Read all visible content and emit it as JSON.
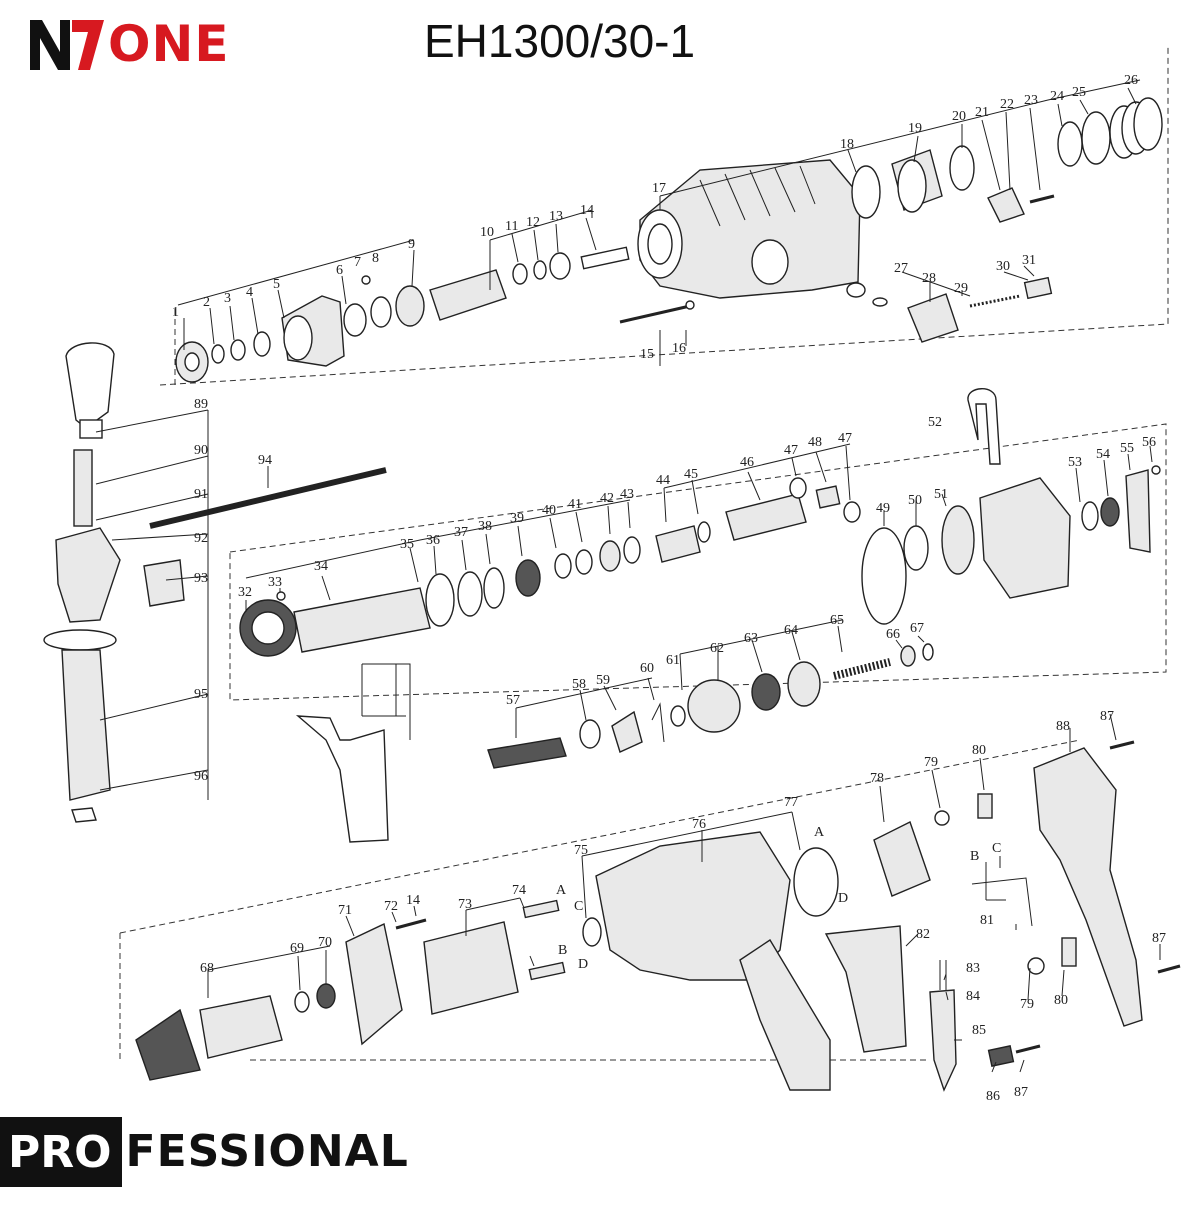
{
  "brand": {
    "logo_text": "ONE",
    "accent_color": "#d71920"
  },
  "model": "EH1300/30-1",
  "footer": {
    "pro_box": "PRO",
    "pro_rest": "FESSIONAL"
  },
  "colors": {
    "line": "#222222",
    "brand_red": "#d71920"
  },
  "callouts": [
    {
      "label": "1"
    },
    {
      "label": "2"
    },
    {
      "label": "3"
    },
    {
      "label": "4"
    },
    {
      "label": "5"
    },
    {
      "label": "6"
    },
    {
      "label": "7"
    },
    {
      "label": "8"
    },
    {
      "label": "9"
    },
    {
      "label": "10"
    },
    {
      "label": "11"
    },
    {
      "label": "12"
    },
    {
      "label": "13"
    },
    {
      "label": "14"
    },
    {
      "label": "15"
    },
    {
      "label": "16"
    },
    {
      "label": "17"
    },
    {
      "label": "18"
    },
    {
      "label": "19"
    },
    {
      "label": "20"
    },
    {
      "label": "21"
    },
    {
      "label": "22"
    },
    {
      "label": "23"
    },
    {
      "label": "24"
    },
    {
      "label": "25"
    },
    {
      "label": "26"
    },
    {
      "label": "27"
    },
    {
      "label": "28"
    },
    {
      "label": "29"
    },
    {
      "label": "30"
    },
    {
      "label": "31"
    },
    {
      "label": "32"
    },
    {
      "label": "33"
    },
    {
      "label": "34"
    },
    {
      "label": "35"
    },
    {
      "label": "36"
    },
    {
      "label": "37"
    },
    {
      "label": "38"
    },
    {
      "label": "39"
    },
    {
      "label": "40"
    },
    {
      "label": "41"
    },
    {
      "label": "42"
    },
    {
      "label": "43"
    },
    {
      "label": "44"
    },
    {
      "label": "45"
    },
    {
      "label": "46"
    },
    {
      "label": "47"
    },
    {
      "label": "48"
    },
    {
      "label": "47"
    },
    {
      "label": "49"
    },
    {
      "label": "50"
    },
    {
      "label": "51"
    },
    {
      "label": "52"
    },
    {
      "label": "53"
    },
    {
      "label": "54"
    },
    {
      "label": "55"
    },
    {
      "label": "56"
    },
    {
      "label": "57"
    },
    {
      "label": "58"
    },
    {
      "label": "59"
    },
    {
      "label": "60"
    },
    {
      "label": "61"
    },
    {
      "label": "62"
    },
    {
      "label": "63"
    },
    {
      "label": "64"
    },
    {
      "label": "65"
    },
    {
      "label": "66"
    },
    {
      "label": "67"
    },
    {
      "label": "68"
    },
    {
      "label": "69"
    },
    {
      "label": "70"
    },
    {
      "label": "71"
    },
    {
      "label": "72"
    },
    {
      "label": "14"
    },
    {
      "label": "73"
    },
    {
      "label": "74"
    },
    {
      "label": "A"
    },
    {
      "label": "C"
    },
    {
      "label": "B"
    },
    {
      "label": "D"
    },
    {
      "label": "75"
    },
    {
      "label": "76"
    },
    {
      "label": "77"
    },
    {
      "label": "A"
    },
    {
      "label": "D"
    },
    {
      "label": "78"
    },
    {
      "label": "79"
    },
    {
      "label": "80"
    },
    {
      "label": "B"
    },
    {
      "label": "C"
    },
    {
      "label": "81"
    },
    {
      "label": "82"
    },
    {
      "label": "83"
    },
    {
      "label": "84"
    },
    {
      "label": "85"
    },
    {
      "label": "86"
    },
    {
      "label": "87"
    },
    {
      "label": "88"
    },
    {
      "label": "87"
    },
    {
      "label": "79"
    },
    {
      "label": "80"
    },
    {
      "label": "89"
    },
    {
      "label": "90"
    },
    {
      "label": "91"
    },
    {
      "label": "92"
    },
    {
      "label": "93"
    },
    {
      "label": "94"
    },
    {
      "label": "95"
    },
    {
      "label": "96"
    }
  ]
}
